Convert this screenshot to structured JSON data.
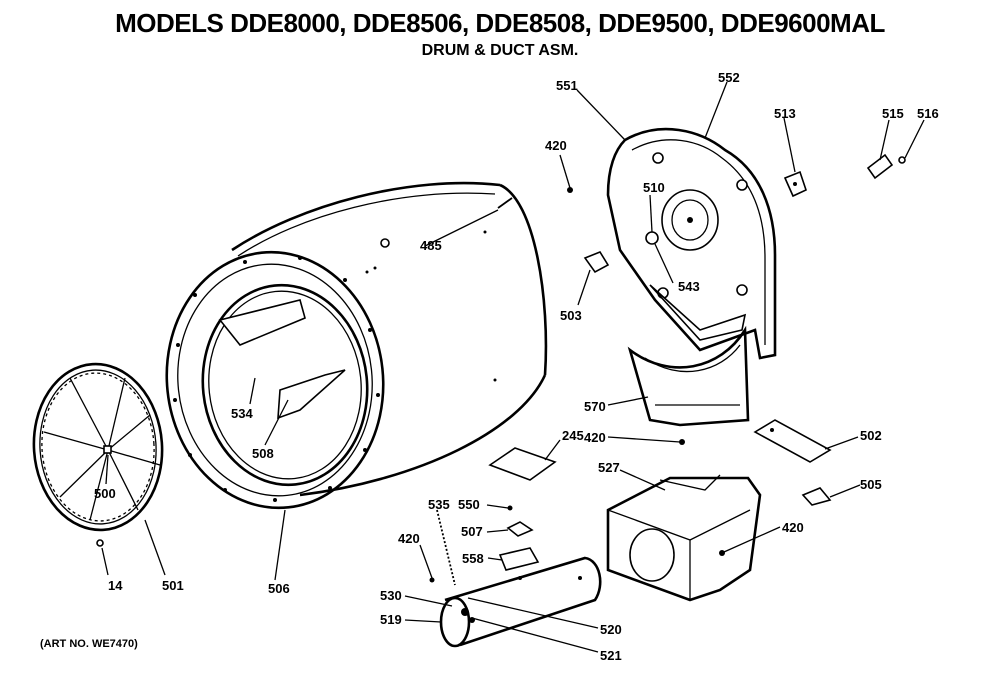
{
  "header": {
    "title": "MODELS DDE8000, DDE8506, DDE8508, DDE9500, DDE9600MAL",
    "subtitle": "DRUM & DUCT ASM."
  },
  "footer": {
    "art_no": "(ART NO. WE7470)"
  },
  "callouts": {
    "c551": "551",
    "c552": "552",
    "c513": "513",
    "c515": "515",
    "c516": "516",
    "c420a": "420",
    "c485": "485",
    "c510": "510",
    "c543": "543",
    "c503": "503",
    "c534": "534",
    "c508": "508",
    "c500": "500",
    "c14": "14",
    "c501": "501",
    "c505": "505",
    "c570": "570",
    "c420b": "420",
    "c245": "245",
    "c502": "502",
    "c527": "527",
    "c506": "506",
    "c420c": "420",
    "c535": "535",
    "c550": "550",
    "c507": "507",
    "c558": "558",
    "c420d": "420",
    "c530": "530",
    "c519": "519",
    "c520": "520",
    "c521": "521"
  }
}
